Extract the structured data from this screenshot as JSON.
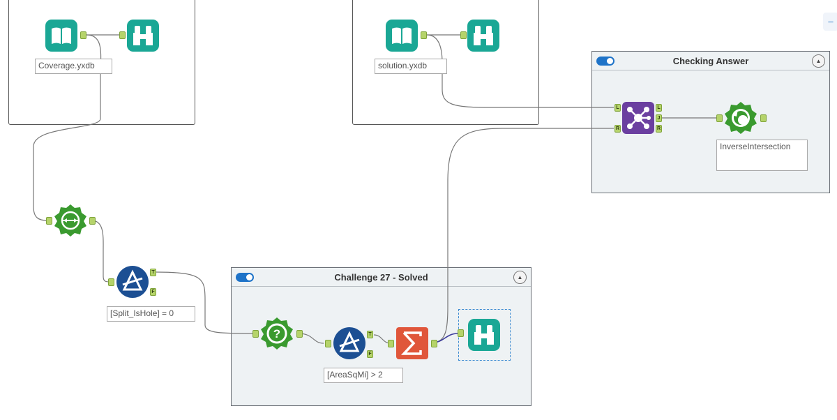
{
  "edge_button": {
    "icon": "minus-icon",
    "label": "–"
  },
  "containers": {
    "checking": {
      "title": "Checking Answer"
    },
    "challenge": {
      "title": "Challenge 27 - Solved"
    }
  },
  "tools": {
    "input_coverage": {
      "icon": "book-icon",
      "annotation": "Coverage.yxdb"
    },
    "browse_1": {
      "icon": "binoculars-icon"
    },
    "input_solution": {
      "icon": "book-icon",
      "annotation": "solution.yxdb"
    },
    "browse_2": {
      "icon": "binoculars-icon"
    },
    "join": {
      "icon": "join-icon",
      "anchors": [
        "L",
        "R",
        "L",
        "J",
        "R"
      ]
    },
    "test": {
      "icon": "test-icon",
      "annotation": "InverseIntersection"
    },
    "poly_split": {
      "icon": "poly-split-icon"
    },
    "filter_1": {
      "icon": "filter-icon",
      "annotation": "[Split_IsHole] = 0",
      "anchors": [
        "T",
        "F"
      ]
    },
    "spatial_info": {
      "icon": "spatial-info-icon"
    },
    "filter_2": {
      "icon": "filter-icon",
      "annotation": "[AreaSqMi] > 2",
      "anchors": [
        "T",
        "F"
      ]
    },
    "summarize": {
      "icon": "summarize-icon"
    },
    "browse_3": {
      "icon": "binoculars-icon"
    }
  },
  "colors": {
    "container_bg": "#eef2f4",
    "input_teal": "#1aa795",
    "spatial_green": "#3a9a2f",
    "filter_blue": "#1c4f93",
    "summarize_orange": "#e0563a",
    "join_purple": "#6b3fa0",
    "anchor_green": "#b5d36a"
  }
}
